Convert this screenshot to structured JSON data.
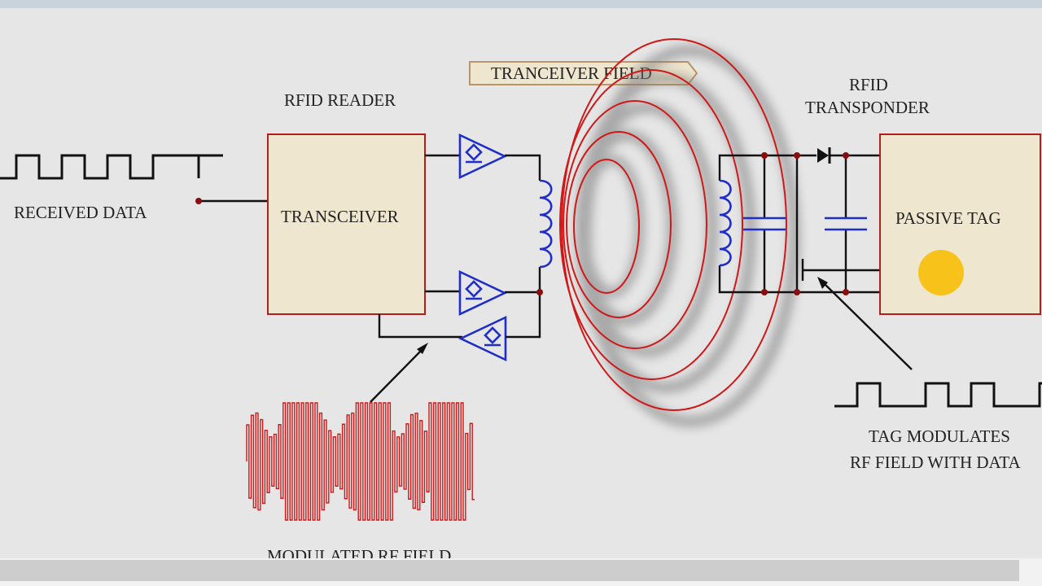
{
  "labels": {
    "rfid_reader": "RFID READER",
    "transceiver": "TRANSCEIVER",
    "received_data": "RECEIVED DATA",
    "tranceiver_field": "TRANCEIVER FIELD",
    "rfid_transponder_line1": "RFID",
    "rfid_transponder_line2": "TRANSPONDER",
    "passive_tag": "PASSIVE TAG",
    "tag_modulates_line1": "TAG MODULATES",
    "tag_modulates_line2": "RF FIELD WITH DATA",
    "modulated_rf_field": "MODULATED RF FIELD"
  },
  "colors": {
    "field_red": "#d01818",
    "component_blue": "#1f2ec9",
    "box_fill": "#efe6cf",
    "tag_led": "#f7c21a"
  }
}
